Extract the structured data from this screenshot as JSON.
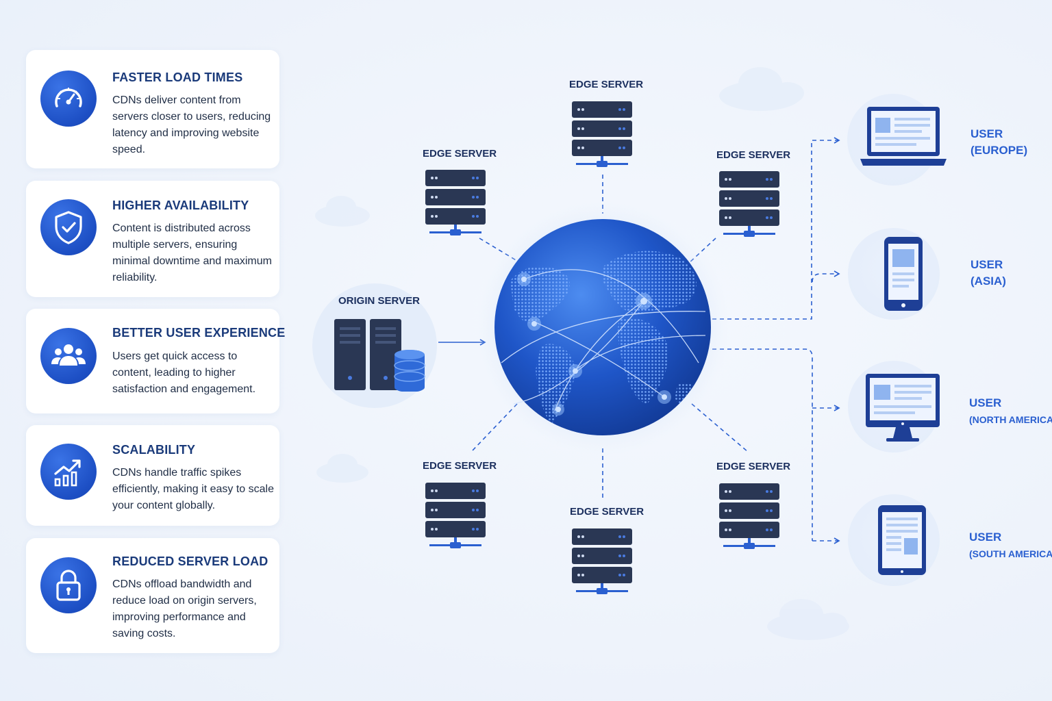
{
  "cards": [
    {
      "title": "FASTER LOAD TIMES",
      "text": "CDNs deliver content from servers closer to users, reducing latency and improving website speed.",
      "icon": "speedometer-icon"
    },
    {
      "title": "HIGHER AVAILABILITY",
      "text": "Content is distributed across multiple servers, ensuring minimal downtime and maximum reliability.",
      "icon": "shield-check-icon"
    },
    {
      "title": "BETTER USER EXPERIENCE",
      "text": "Users get quick access to content, leading to higher satisfaction and engagement.",
      "icon": "users-icon"
    },
    {
      "title": "SCALABILITY",
      "text": "CDNs handle traffic spikes efficiently, making it easy to scale your content globally.",
      "icon": "growth-chart-icon"
    },
    {
      "title": "REDUCED SERVER LOAD",
      "text": "CDNs offload bandwidth and reduce load on origin servers, improving performance and saving costs.",
      "icon": "lock-icon"
    }
  ],
  "diagram": {
    "origin_label": "ORIGIN SERVER",
    "edge_label": "EDGE SERVER",
    "users": [
      {
        "line1": "USER",
        "line2": "(EUROPE)",
        "device": "laptop-icon"
      },
      {
        "line1": "USER",
        "line2": "(ASIA)",
        "device": "smartphone-icon"
      },
      {
        "line1": "USER",
        "line2": "(NORTH AMERICA)",
        "device": "desktop-monitor-icon"
      },
      {
        "line1": "USER",
        "line2": "(SOUTH AMERICA)",
        "device": "tablet-icon"
      }
    ]
  },
  "colors": {
    "accent": "#2a5fd0",
    "dark_navy": "#2a3754",
    "globe": "#1d4fc4",
    "card_bg": "#ffffff"
  }
}
